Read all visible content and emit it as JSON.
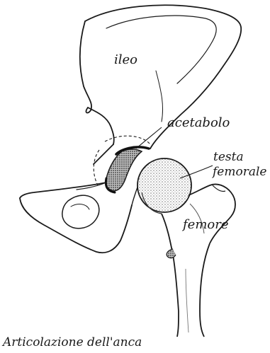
{
  "figure": {
    "caption": "Articolazione dell'anca",
    "labels": {
      "ileo": "ileo",
      "acetabolo": "acetabolo",
      "testa_line1": "testa",
      "testa_line2": "femorale",
      "femore": "femore"
    }
  },
  "colors": {
    "ink": "#1a1a1a",
    "paper": "#ffffff",
    "stipple": "#9a9a9a",
    "shade": "#555555"
  }
}
